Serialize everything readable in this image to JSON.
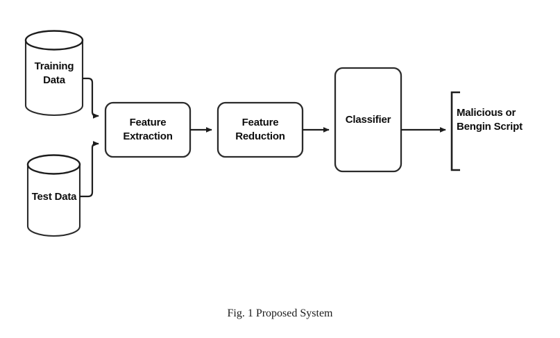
{
  "figure": {
    "caption": "Fig. 1 Proposed System",
    "colors": {
      "stroke": "#2b2b2b",
      "text": "#0d0d0d",
      "background": "#ffffff"
    },
    "nodes": [
      {
        "id": "training-data",
        "shape": "cylinder",
        "label": "Training\nData"
      },
      {
        "id": "test-data",
        "shape": "cylinder",
        "label": "Test Data"
      },
      {
        "id": "feature-extraction",
        "shape": "rounded-rect",
        "label": "Feature\nExtraction"
      },
      {
        "id": "feature-reduction",
        "shape": "rounded-rect",
        "label": "Feature\nReduction"
      },
      {
        "id": "classifier",
        "shape": "rounded-rect",
        "label": "Classifier"
      },
      {
        "id": "output",
        "shape": "bracket",
        "label": "Malicious or\nBengin Script"
      }
    ],
    "edges": [
      {
        "from": "training-data",
        "to": "feature-extraction",
        "style": "elbow-arrow"
      },
      {
        "from": "test-data",
        "to": "feature-extraction",
        "style": "elbow-arrow"
      },
      {
        "from": "feature-extraction",
        "to": "feature-reduction",
        "style": "straight-arrow"
      },
      {
        "from": "feature-reduction",
        "to": "classifier",
        "style": "straight-arrow"
      },
      {
        "from": "classifier",
        "to": "output",
        "style": "straight-arrow"
      }
    ]
  }
}
